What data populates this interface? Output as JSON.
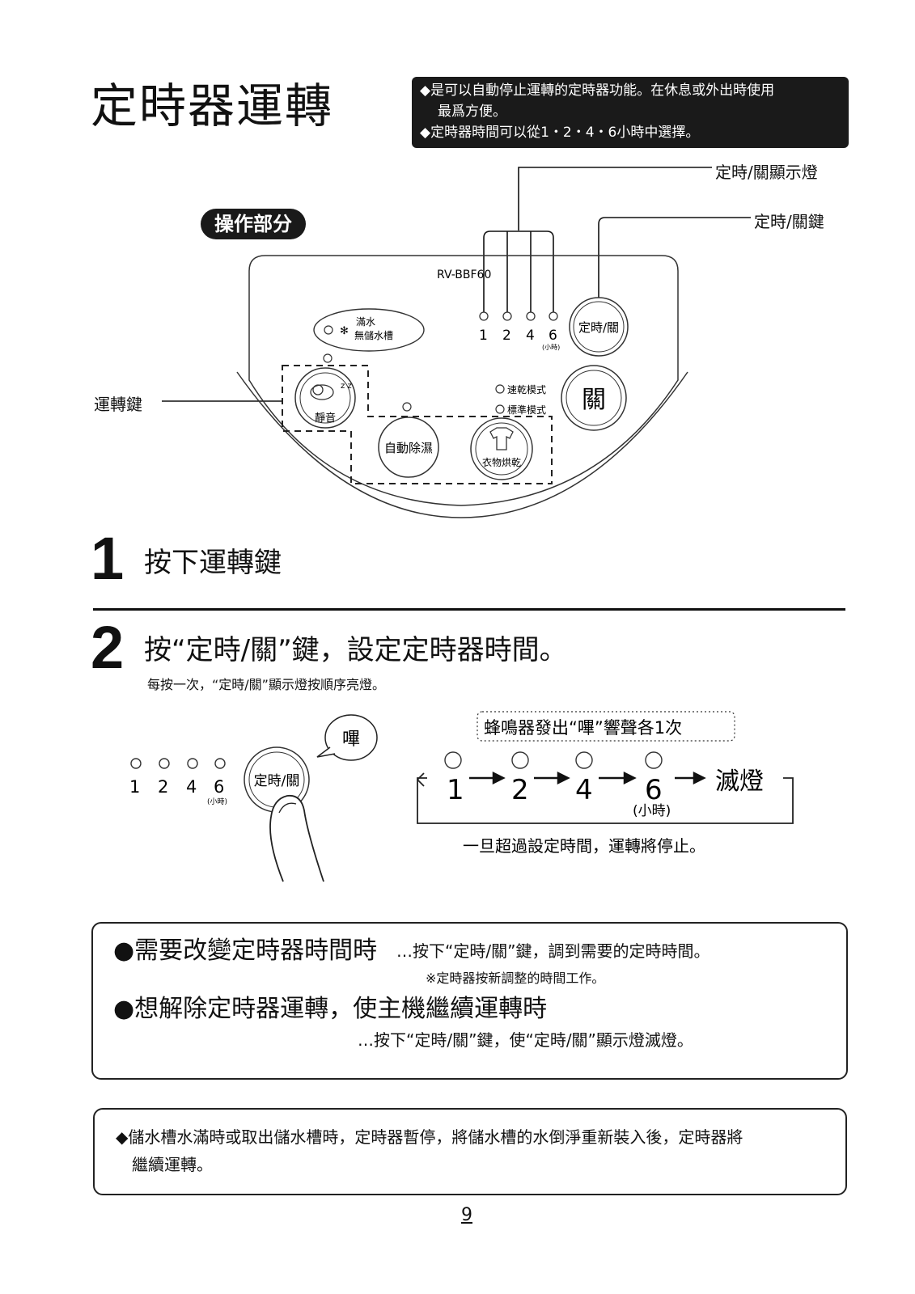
{
  "page": {
    "title": "定時器運轉",
    "notes": [
      "◆是可以自動停止運轉的定時器功能。在休息或外出時使用",
      "最爲方便。",
      "◆定時器時間可以從1・2・4・6小時中選擇。"
    ],
    "callout_indicator": "定時/關顯示燈",
    "callout_key": "定時/關鍵",
    "section_pill": "操作部分",
    "run_key_label": "運轉鍵",
    "page_number": "9"
  },
  "panel": {
    "model": "RV-BBF60",
    "tank_line1": "滿水",
    "tank_line2": "無儲水槽",
    "timer_numbers": [
      "1",
      "2",
      "4",
      "6"
    ],
    "hours_unit": "(小時)",
    "timer_button": "定時/關",
    "off_button": "關",
    "quiet_button": "靜音",
    "auto_dehumid_button": "自動除濕",
    "laundry_button": "衣物烘乾",
    "mode_fast": "速乾模式",
    "mode_standard": "標準模式"
  },
  "steps": [
    {
      "num": "1",
      "text": "按下運轉鍵"
    },
    {
      "num": "2",
      "text": "按“定時/關”鍵，設定定時器時間。",
      "sub": "每按一次，“定時/關”顯示燈按順序亮燈。"
    }
  ],
  "diagram2": {
    "beep_bubble": "嗶",
    "beep_note": "蜂鳴器發出“嗶”響聲各1次",
    "sequence": [
      "1",
      "2",
      "4",
      "6"
    ],
    "end_label": "滅燈",
    "hours_unit": "(小時)",
    "caption": "一旦超過設定時間，運轉將停止。"
  },
  "box1": {
    "line1_heading": "●需要改變定時器時間時",
    "line1_tail": "…按下“定時/關”鍵，調到需要的定時時間。",
    "line1_note": "※定時器按新調整的時間工作。",
    "line2_heading": "●想解除定時器運轉，使主機繼續運轉時",
    "line2_tail": "…按下“定時/關”鍵，使“定時/關”顯示燈滅燈。"
  },
  "box2": {
    "line1": "◆儲水槽水滿時或取出儲水槽時，定時器暫停，將儲水槽的水倒淨重新裝入後，定時器將",
    "line2": "繼續運轉。"
  }
}
